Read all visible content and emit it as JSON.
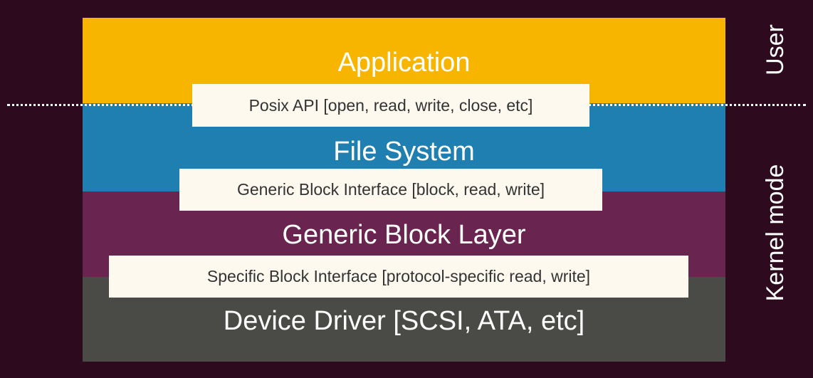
{
  "layers": {
    "application": "Application",
    "file_system": "File System",
    "generic_block_layer": "Generic Block Layer",
    "device_driver": "Device Driver [SCSI, ATA, etc]"
  },
  "interfaces": {
    "posix_api": "Posix API [open, read, write, close, etc]",
    "generic_block_interface": "Generic Block Interface [block, read, write]",
    "specific_block_interface": "Specific Block Interface [protocol-specific read, write]"
  },
  "side_labels": {
    "user": "User",
    "kernel": "Kernel mode"
  },
  "colors": {
    "background": "#2e0a1e",
    "application": "#f8b500",
    "file_system": "#1e7fb0",
    "generic_block_layer": "#6a2450",
    "device_driver": "#4a4a46",
    "interface_box": "#fdf9ee"
  }
}
